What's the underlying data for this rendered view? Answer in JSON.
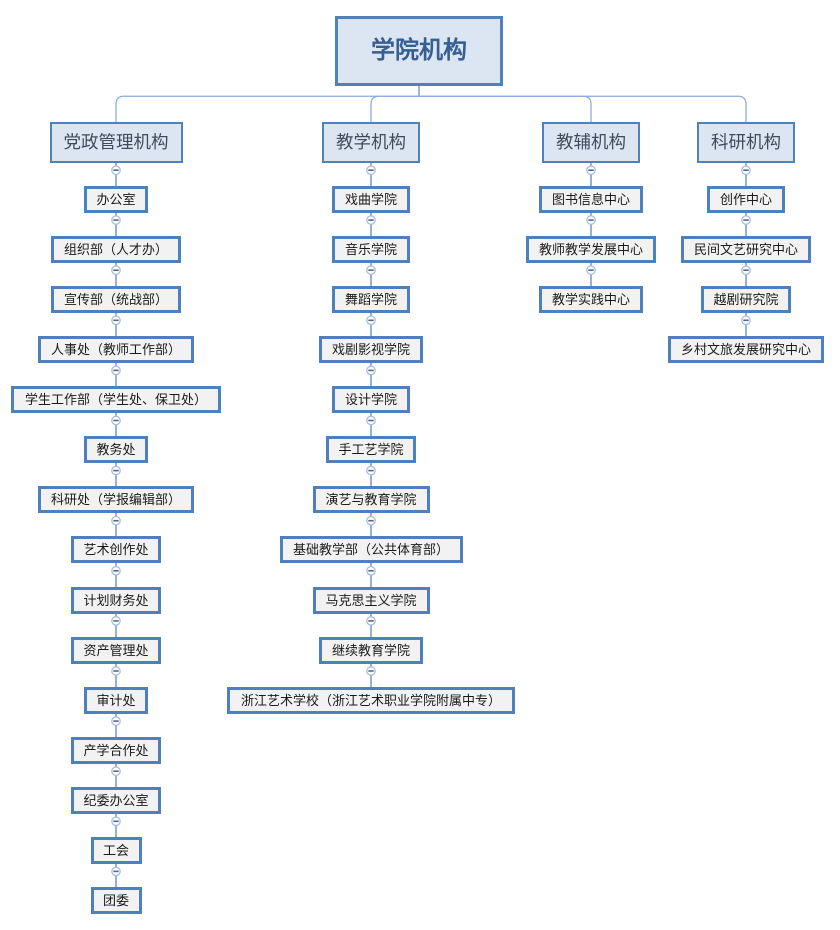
{
  "title": "学院机构",
  "root": {
    "label": "学院机构"
  },
  "branches": [
    {
      "label": "党政管理机构",
      "children": [
        "办公室",
        "组织部（人才办）",
        "宣传部（统战部）",
        "人事处（教师工作部）",
        "学生工作部（学生处、保卫处）",
        "教务处",
        "科研处（学报编辑部）",
        "艺术创作处",
        "计划财务处",
        "资产管理处",
        "审计处",
        "产学合作处",
        "纪委办公室",
        "工会",
        "团委"
      ]
    },
    {
      "label": "教学机构",
      "children": [
        "戏曲学院",
        "音乐学院",
        "舞蹈学院",
        "戏剧影视学院",
        "设计学院",
        "手工艺学院",
        "演艺与教育学院",
        "基础教学部（公共体育部）",
        "马克思主义学院",
        "继续教育学院",
        "浙江艺术学校（浙江艺术职业学院附属中专）"
      ]
    },
    {
      "label": "教辅机构",
      "children": [
        "图书信息中心",
        "教师教学发展中心",
        "教学实践中心"
      ]
    },
    {
      "label": "科研机构",
      "children": [
        "创作中心",
        "民间文艺研究中心",
        "越剧研究院",
        "乡村文旅发展研究中心"
      ]
    }
  ],
  "toggle": {
    "state": "expanded",
    "symbol": "−"
  },
  "colors": {
    "node_border": "#4f81bd",
    "level_fill": "#dce6f2",
    "child_fill": "#f2f2f2",
    "root_text": "#365f91",
    "connector_top": "#8aacda",
    "connector_chain": "#769ed2",
    "toggle_ring": "#a4bee4",
    "toggle_minus": "#57678a"
  }
}
